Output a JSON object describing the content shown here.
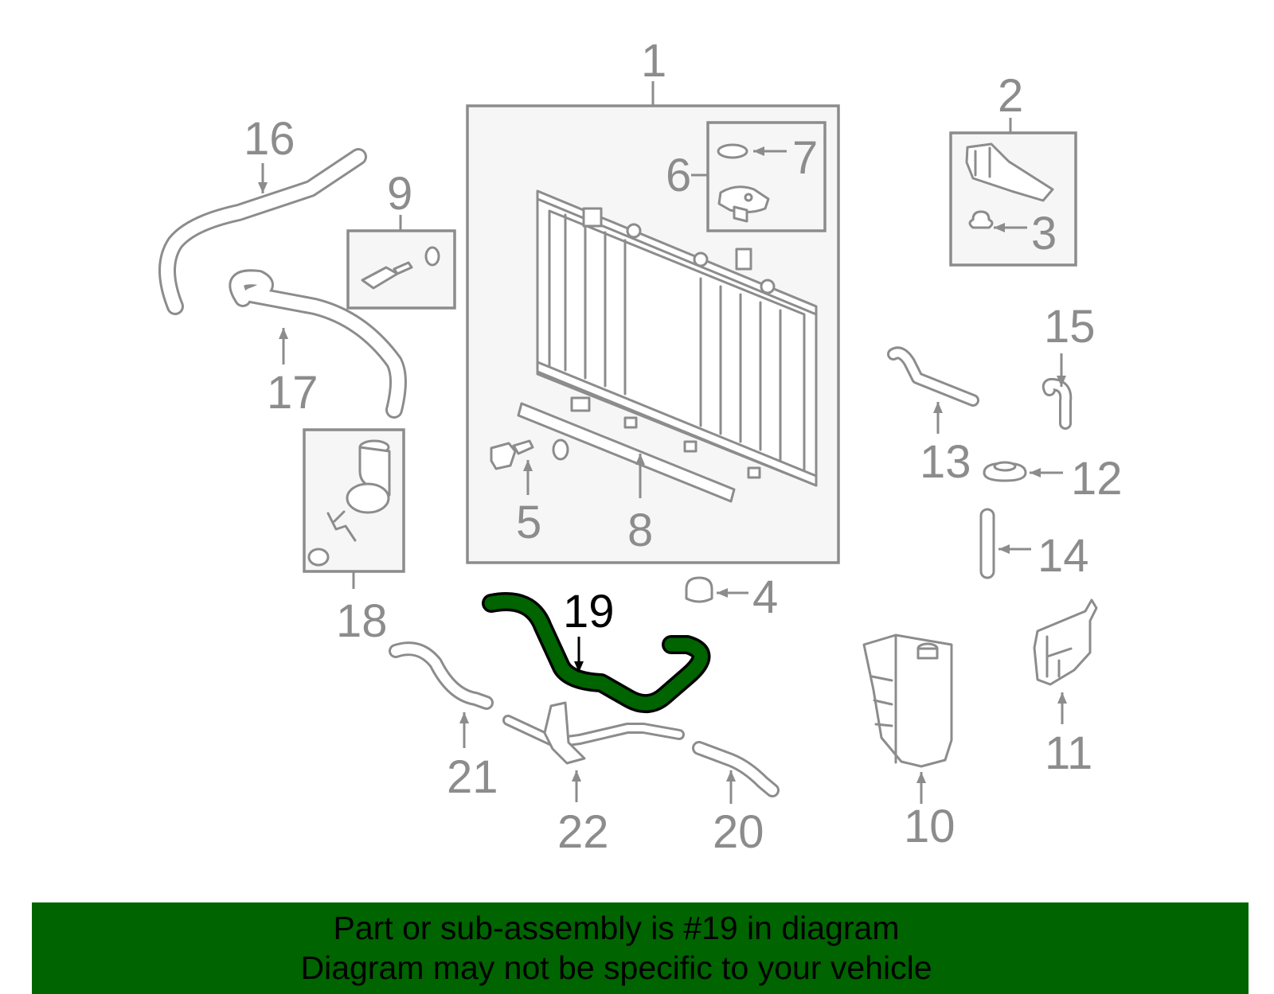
{
  "diagram": {
    "labels": {
      "p1": "1",
      "p2": "2",
      "p3": "3",
      "p4": "4",
      "p5": "5",
      "p6": "6",
      "p7": "7",
      "p8": "8",
      "p9": "9",
      "p10": "10",
      "p11": "11",
      "p12": "12",
      "p13": "13",
      "p14": "14",
      "p15": "15",
      "p16": "16",
      "p17": "17",
      "p18": "18",
      "p19": "19",
      "p20": "20",
      "p21": "21",
      "p22": "22"
    },
    "highlighted_part": "19",
    "colors": {
      "part_line": "#8c8c8c",
      "highlight": "#006400",
      "banner": "#006400"
    }
  },
  "banner": {
    "line1": "Part or sub-assembly is #19 in diagram",
    "line2": "Diagram may not be specific to your vehicle"
  }
}
